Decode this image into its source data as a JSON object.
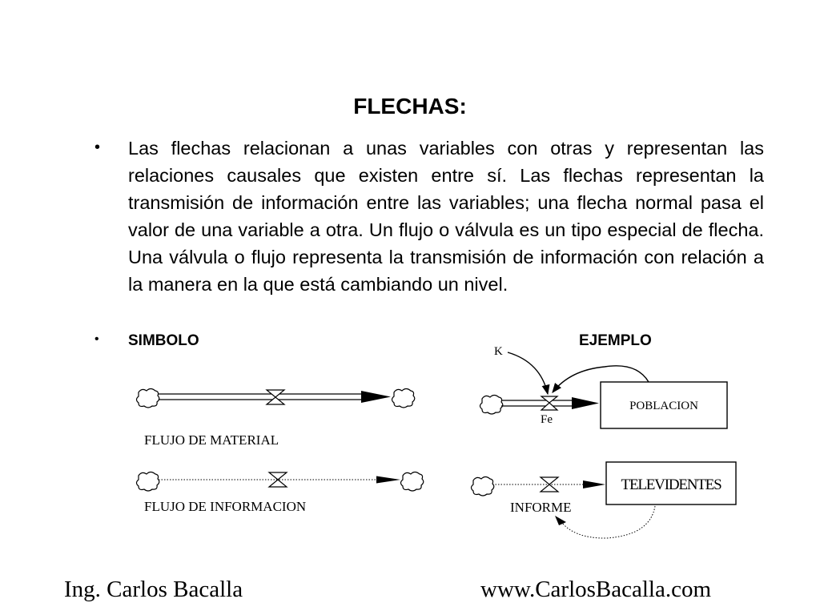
{
  "title": "FLECHAS:",
  "bullets": {
    "paragraph": "Las flechas relacionan a unas variables con otras y representan las relaciones causales que existen entre sí. Las flechas representan la transmisión de información entre las variables; una flecha normal pasa el valor de una variable a otra. Un flujo o válvula es un tipo especial de flecha. Una válvula o flujo representa la transmisión de información con relación a la manera en la que está cambiando un nivel.",
    "symbol_heading": "SIMBOLO",
    "example_heading": "EJEMPLO"
  },
  "diagram": {
    "material_flow_label": "FLUJO DE MATERIAL",
    "information_flow_label": "FLUJO DE INFORMACION",
    "constant_label": "K",
    "flow_label": "Fe",
    "stock_population": "POBLACION",
    "stock_viewers": "TELEVIDENTES",
    "info_flow_name": "INFORME"
  },
  "footer": {
    "author": "Ing. Carlos Bacalla",
    "website": "www.CarlosBacalla.com"
  }
}
